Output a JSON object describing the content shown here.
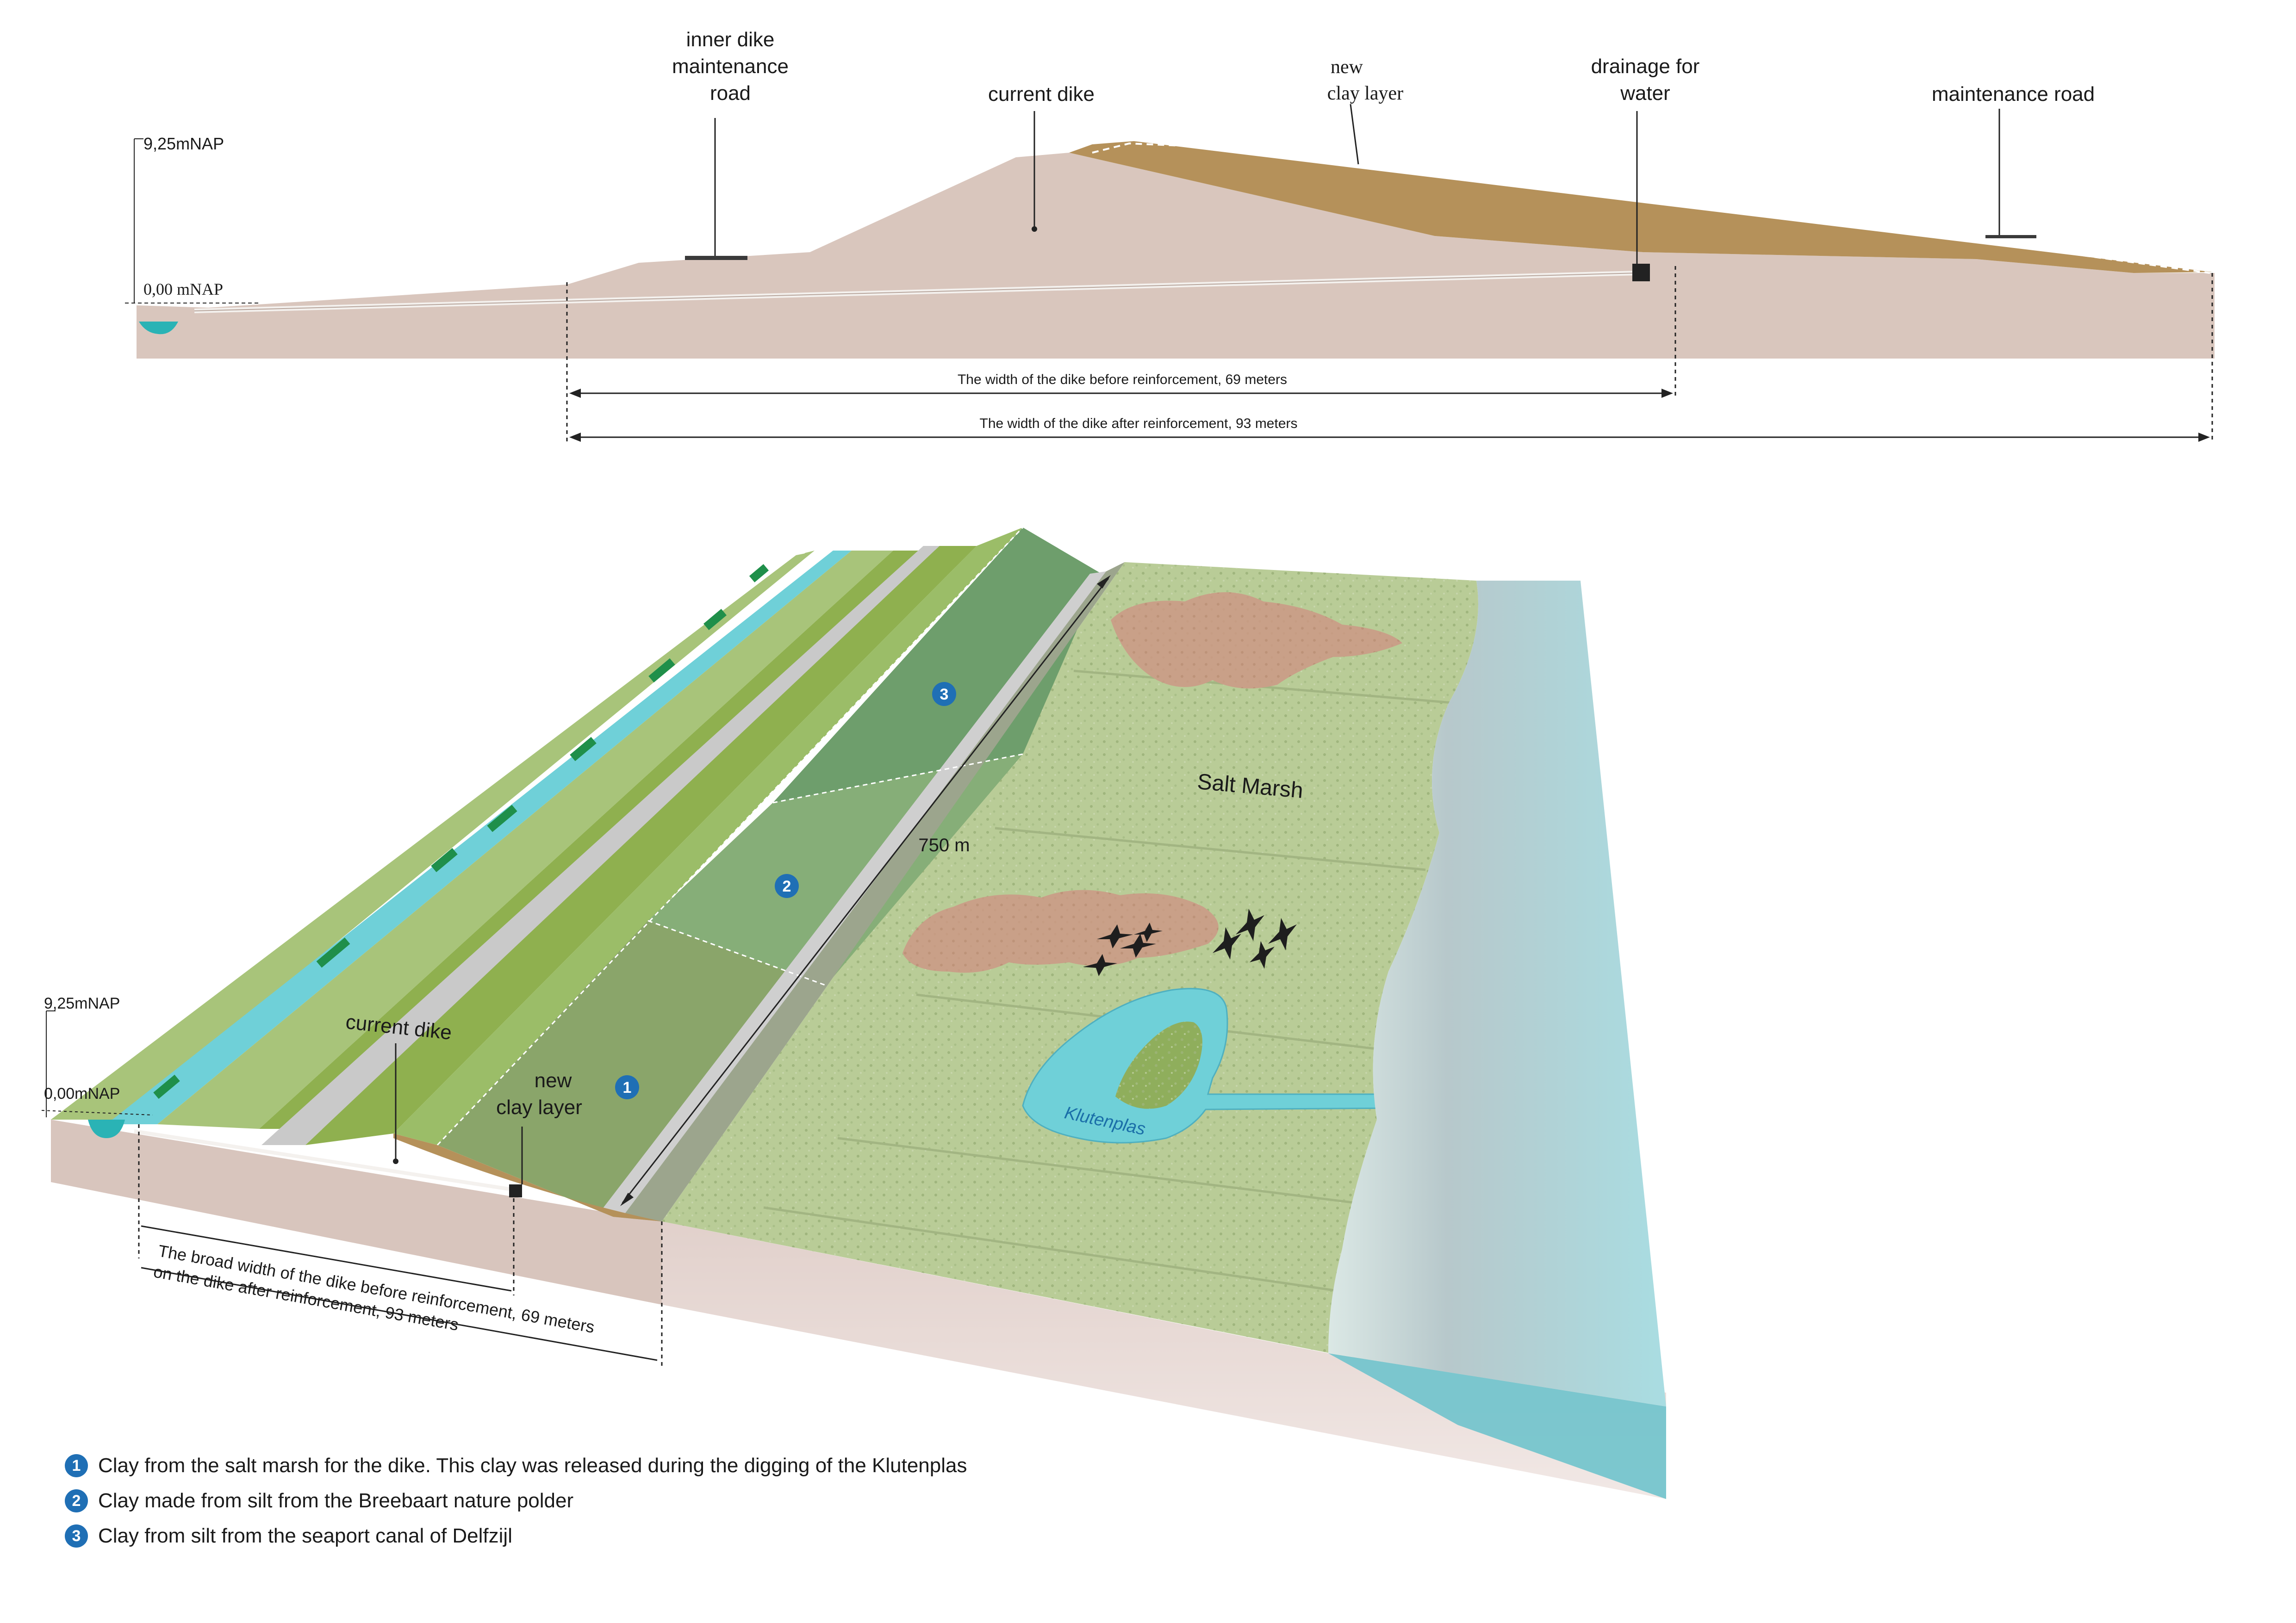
{
  "cross_section": {
    "level_top": "9,25mNAP",
    "level_zero": "0,00 mNAP",
    "labels": {
      "inner_road_l1": "inner dike",
      "inner_road_l2": "maintenance",
      "inner_road_l3": "road",
      "current_dike": "current dike",
      "new_clay_l1": "new",
      "new_clay_l2": "clay layer",
      "drainage_l1": "drainage for",
      "drainage_l2": "water",
      "maintenance_road": "maintenance road"
    },
    "width_before": "The width of the dike before reinforcement, 69 meters",
    "width_after": "The width of the dike after reinforcement, 93 meters"
  },
  "perspective": {
    "level_top": "9,25mNAP",
    "level_zero": "0,00mNAP",
    "current_dike": "current dike",
    "new_clay_l1": "new",
    "new_clay_l2": "clay layer",
    "length": "750 m",
    "salt_marsh": "Salt Marsh",
    "pond": "Klutenplas",
    "section_1": "1",
    "section_2": "2",
    "section_3": "3",
    "width_before": "The broad width of the dike before reinforcement, 69 meters",
    "width_after": "on the dike after reinforcement, 93 meters"
  },
  "legend": [
    {
      "num": "1",
      "text": "Clay from the salt marsh for the dike. This clay was released during the digging of the Klutenplas"
    },
    {
      "num": "2",
      "text": "Clay made from silt from the Breebaart nature polder"
    },
    {
      "num": "3",
      "text": "Clay from silt from the seaport canal of Delfzijl"
    }
  ],
  "colors": {
    "soil": "#d9c6bd",
    "clay": "#b5915a",
    "water": "#6fd0d8",
    "dike_green": "#8fb04f",
    "marsh": "#b9cc97",
    "sea": "#a9dde2",
    "badge": "#1f6fb5"
  }
}
